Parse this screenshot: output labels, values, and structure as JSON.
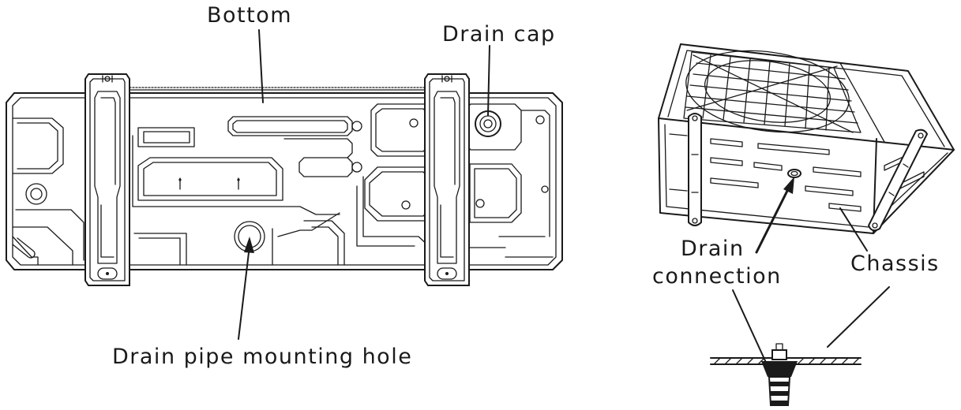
{
  "labels": {
    "bottom": "Bottom",
    "drain_cap": "Drain cap",
    "drain_pipe_mounting_hole": "Drain pipe mounting hole",
    "drain_line1": "Drain",
    "drain_line2": "connection",
    "chassis": "Chassis"
  },
  "colors": {
    "line": "#1a1a1a",
    "background": "#ffffff"
  }
}
